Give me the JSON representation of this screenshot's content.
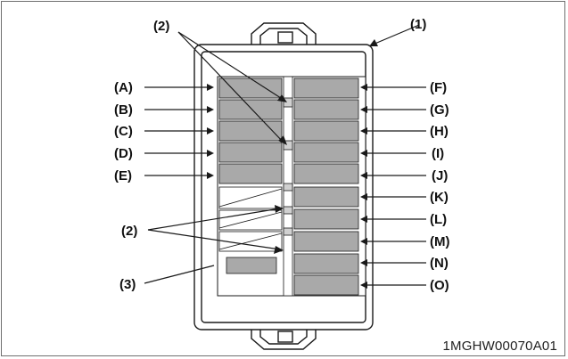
{
  "labels": {
    "one": "(1)",
    "two_top": "(2)",
    "two_mid": "(2)",
    "three": "(3)",
    "A": "(A)",
    "B": "(B)",
    "C": "(C)",
    "D": "(D)",
    "E": "(E)",
    "F": "(F)",
    "G": "(G)",
    "H": "(H)",
    "I": "(I)",
    "J": "(J)",
    "K": "(K)",
    "L": "(L)",
    "M": "(M)",
    "N": "(N)",
    "O": "(O)"
  },
  "figure_code": "1MGHW00070A01",
  "colors": {
    "fuse_fill": "#a9a9a9",
    "line": "#1a1a1a",
    "body": "#ffffff"
  }
}
